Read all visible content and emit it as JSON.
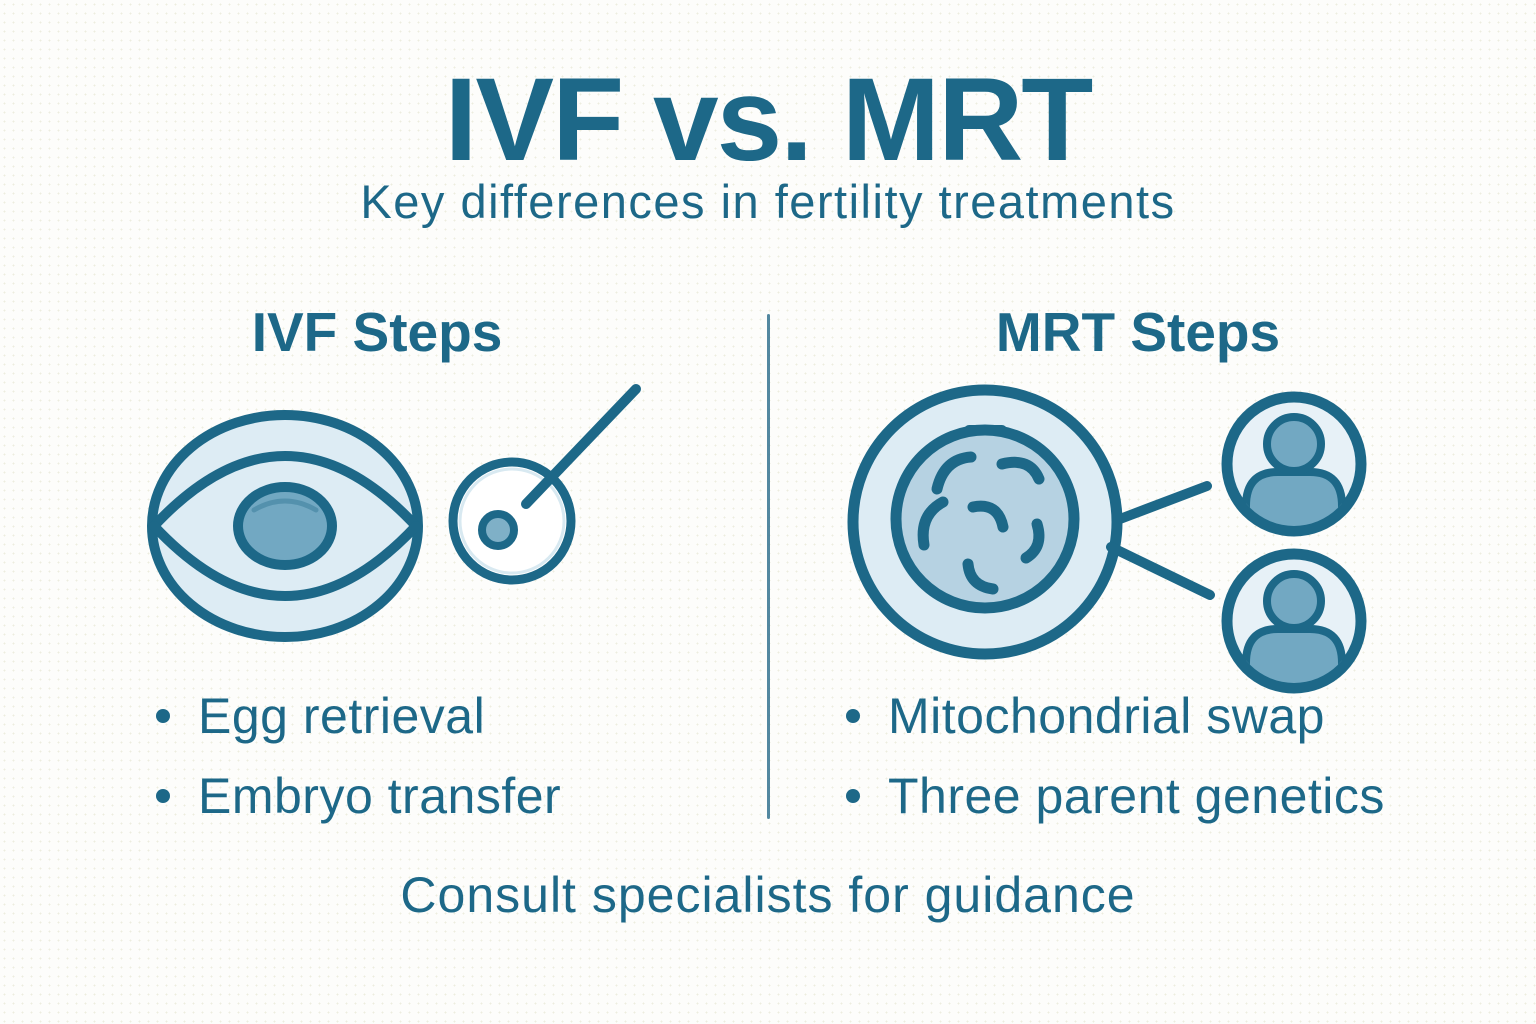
{
  "page": {
    "title": "IVF vs. MRT",
    "subtitle": "Key differences in fertility treatments",
    "footer": "Consult specialists for guidance"
  },
  "columns": {
    "ivf": {
      "header": "IVF Steps",
      "bullets": [
        "Egg retrieval",
        "Embryo transfer"
      ],
      "icons": [
        "petri-dish-egg-icon",
        "egg-injection-needle-icon"
      ]
    },
    "mrt": {
      "header": "MRT Steps",
      "bullets": [
        "Mitochondrial swap",
        "Three parent genetics"
      ],
      "icons": [
        "cell-mitochondria-icon",
        "parent-avatar-icon",
        "parent-avatar-icon"
      ]
    }
  },
  "colors": {
    "ink": "#1d6888",
    "light_fill": "#ddecf4",
    "lighter_fill": "#e7f1f7",
    "mid_fill": "#72a8c2",
    "nucleus_fill": "#b6d2e2",
    "background": "#fdfdfb"
  }
}
